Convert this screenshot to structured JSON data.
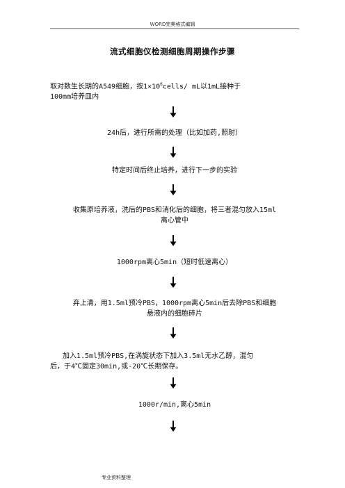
{
  "header": {
    "text": "WORD完美格式编辑"
  },
  "title": "流式细胞仪检测细胞周期操作步骤",
  "steps": [
    {
      "line1_pre": "取对数生长期的A549细胞，按1×10",
      "line1_sup": "6",
      "line1_post": "cells/ mL以1mL接种于",
      "line2": "100mm培养皿内"
    },
    {
      "text": "24h后，进行所需的处理（比如加药,照射）"
    },
    {
      "text": "特定时间后终止培养，进行下一步的实验"
    },
    {
      "line1": "收集原培养液，洗后的PBS和消化后的细胞，将三者混匀放入15ml",
      "line2": "离心管中"
    },
    {
      "text": "1000rpm离心5min（短时低速离心）"
    },
    {
      "line1": "弃上清，用1.5ml预冷PBS，1000rpm离心5min后去除PBS和细胞",
      "line2": "悬液内的细胞碎片"
    },
    {
      "line1": "加入1.5ml预冷PBS,在涡旋状态下加入3.5ml无水乙醇，混匀",
      "line2": "后，于4℃固定30min,或-20℃长期保存。"
    },
    {
      "text": "1000r/min,离心5min"
    }
  ],
  "footer": {
    "text": "专业资料整理"
  },
  "icons": {
    "arrow": "down-arrow-icon"
  }
}
